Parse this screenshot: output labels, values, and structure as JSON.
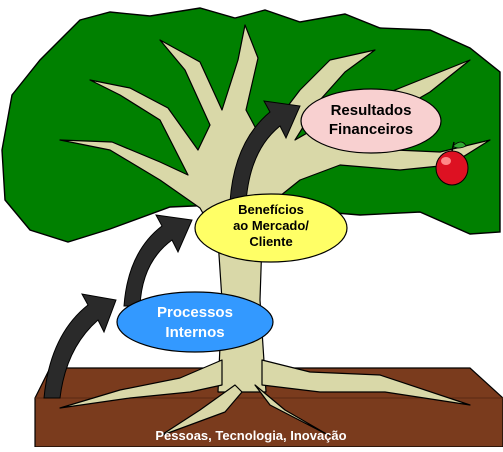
{
  "nodes": {
    "financial": {
      "line1": "Resultados",
      "line2": "Financeiros"
    },
    "market": {
      "line1": "Benefícios",
      "line2": "ao Mercado/",
      "line3": "Cliente"
    },
    "processes": {
      "line1": "Processos",
      "line2": "Internos"
    }
  },
  "foundation": {
    "label": "Pessoas, Tecnologia, Inovação"
  },
  "colors": {
    "foliage": "#008000",
    "trunk": "#d9d8a8",
    "soil": "#7a3b1d",
    "financial_fill": "#f8d0d0",
    "market_fill": "#ffff66",
    "processes_fill": "#3399ff",
    "arrow": "#2a2a2a",
    "apple": "#dd1122"
  }
}
